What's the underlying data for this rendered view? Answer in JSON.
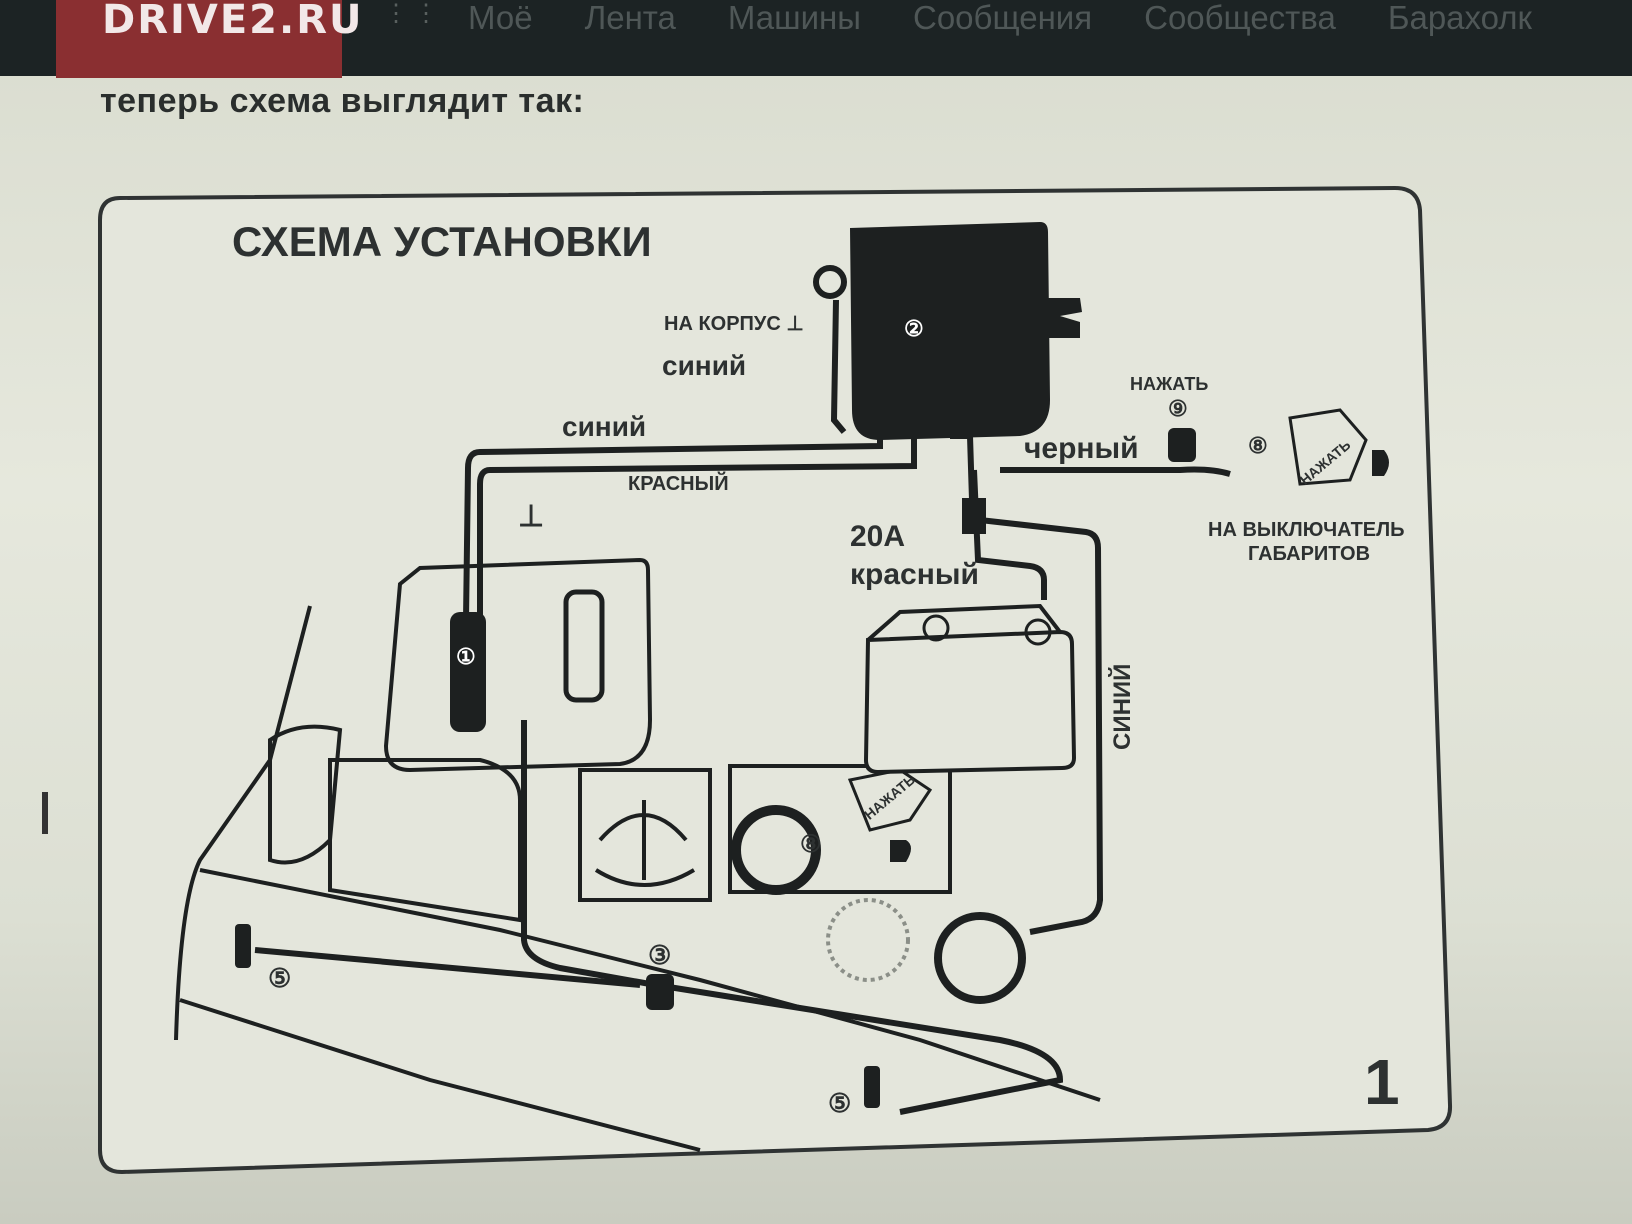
{
  "header": {
    "logo": "DRIVE2.RU",
    "nav": [
      "Моё",
      "Лента",
      "Машины",
      "Сообщения",
      "Сообщества",
      "Барахолк"
    ]
  },
  "content": {
    "intro": "теперь схема выглядит так:"
  },
  "diagram": {
    "title": "СХЕМА УСТАНОВКИ",
    "labels": {
      "na_korpus": "НА КОРПУС ⊥",
      "siniy1": "синий",
      "siniy2": "синий",
      "krasny_small": "КРАСНЫЙ",
      "cherny": "черный",
      "nazhat_top": "НАЖАТЬ",
      "fuse": "20А",
      "krasny": "красный",
      "na_vykl_1": "НА ВЫКЛЮЧАТЕЛЬ",
      "na_vykl_2": "ГАБАРИТОВ",
      "siniy_vert": "СИНИЙ",
      "nazhat_burst1": "НАЖАТЬ",
      "nazhat_burst2": "НАЖАТЬ",
      "ground": "⊥",
      "page_number": "1"
    },
    "callouts": [
      "①",
      "②",
      "③",
      "⑤",
      "⑤",
      "⑧",
      "⑧",
      "⑨"
    ]
  }
}
